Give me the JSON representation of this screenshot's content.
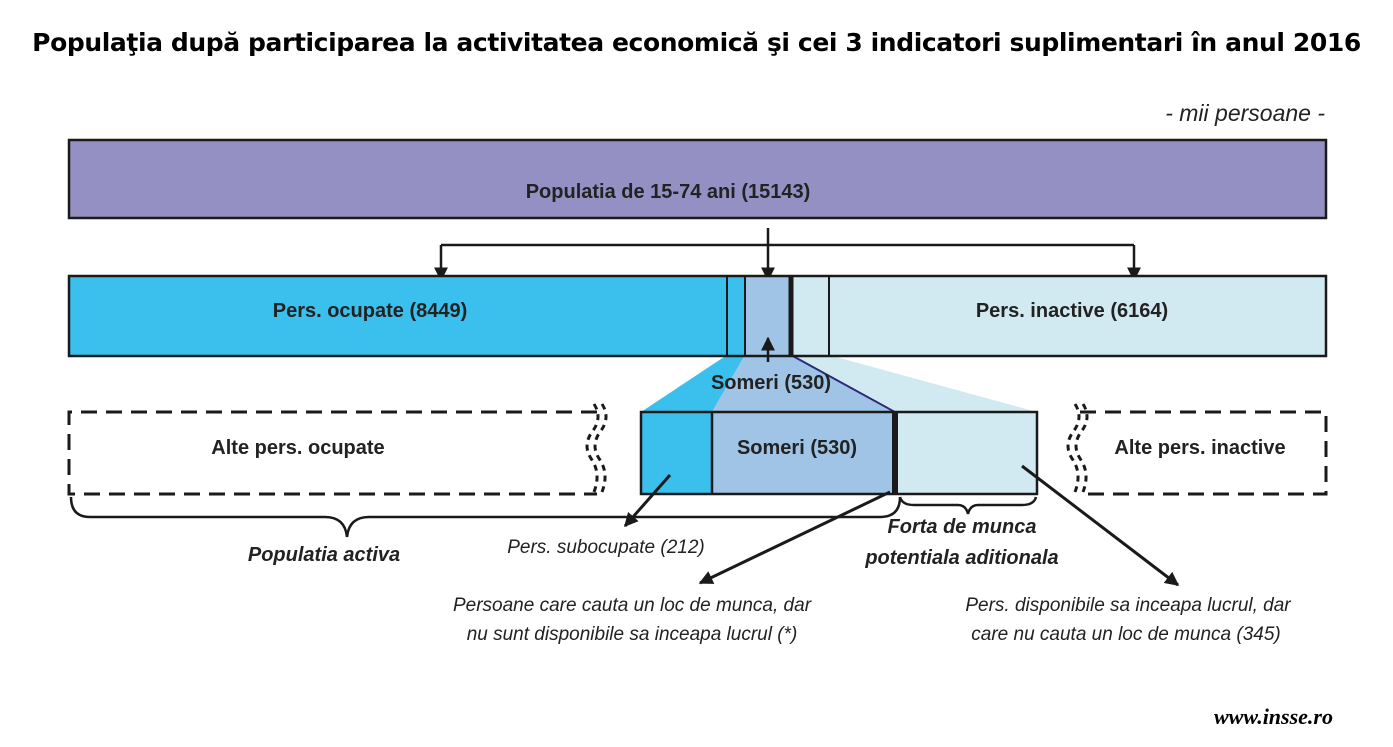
{
  "title": "Populaţia după participarea la activitatea economică şi cei 3 indicatori suplimentari în anul 2016",
  "unit": "- mii persoane -",
  "source": "www.insse.ro",
  "boxes": {
    "population": "Populatia de 15-74 ani (15143)",
    "employed": "Pers. ocupate (8449)",
    "inactive": "Pers. inactive (6164)",
    "unemployed_top": "Someri (530)",
    "other_employed": "Alte pers. ocupate",
    "unemployed_detail": "Someri (530)",
    "other_inactive": "Alte pers. inactive"
  },
  "labels": {
    "active_population": "Populatia activa",
    "underemployed": "Pers. subocupate (212)",
    "potential_labour_1": "Forta de munca",
    "potential_labour_2": "potentiala aditionala",
    "seeking_not_available_1": "Persoane care cauta un loc de munca, dar",
    "seeking_not_available_2": "nu sunt disponibile  sa inceapa lucrul (*)",
    "available_not_seeking_1": "Pers. disponibile sa inceapa lucrul, dar",
    "available_not_seeking_2": "care nu cauta un loc de munca (345)"
  },
  "colors": {
    "population": "#9590c4",
    "employed": "#3bbfec",
    "unemployed": "#9fc4e6",
    "inactive": "#d1eaf1",
    "outline": "#1a1a1a",
    "zoom_line": "#2a2a7a"
  }
}
